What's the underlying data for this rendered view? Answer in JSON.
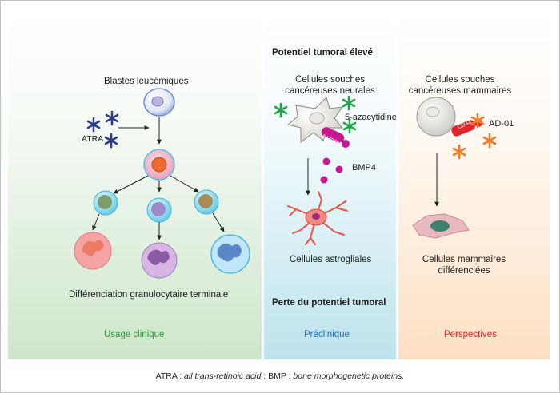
{
  "header": {
    "high_potential": "Potentiel tumoral élevé"
  },
  "left": {
    "title": "Blastes leucémiques",
    "drug": "ATRA",
    "outcome": "Différenciation granulocytaire terminale",
    "category": "Usage clinique",
    "category_color": "#2e9b3a"
  },
  "middle": {
    "title_line1": "Cellules souches",
    "title_line2": "cancéreuses neurales",
    "drug": "5-azacytidine",
    "receptor": "BMPRIB",
    "ligand": "BMP4",
    "outcome": "Cellules astrogliales",
    "loss": "Perte du potentiel tumoral",
    "category": "Préclinique",
    "category_color": "#1f6fb5"
  },
  "right": {
    "title_line1": "Cellules souches",
    "title_line2": "cancéreuses mammaires",
    "receptor": "CD44",
    "drug": "AD-01",
    "outcome_line1": "Cellules mammaires",
    "outcome_line2": "différenciées",
    "category": "Perspectives",
    "category_color": "#e0262b"
  },
  "caption": {
    "part1": "ATRA : ",
    "part2": "all trans-retinoic acid",
    "part3": " ; BMP : ",
    "part4": "bone morphogenetic proteins."
  },
  "colors": {
    "atra_star": "#2b3a8f",
    "aza_star": "#1ea64a",
    "ad01_star": "#f07a22",
    "bmp4": "#c8188f",
    "cd44": "#e0262b"
  }
}
